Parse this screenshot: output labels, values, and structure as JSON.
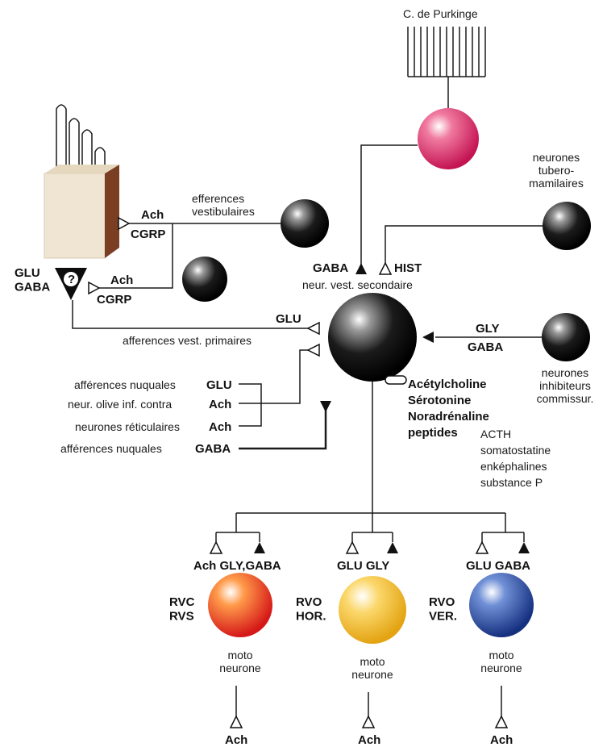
{
  "colors": {
    "purkinje": "#e8356d",
    "red": "#e8251f",
    "yellow": "#f2b51c",
    "blue": "#1f3f9a",
    "neutral": "#1a1a1a",
    "organ": "#f0e5d2",
    "organ_side": "#7a3e22"
  },
  "top": {
    "purkinje": "C. de Purkinge"
  },
  "left": {
    "efferences": "efferences\nvestibulaires",
    "ach1": "Ach",
    "cgrp1": "CGRP",
    "ach2": "Ach",
    "cgrp2": "CGRP",
    "glu_gaba": "GLU\nGABA",
    "question": "?",
    "afferences_prim": "afferences vest. primaires",
    "glu_prim": "GLU"
  },
  "center": {
    "gaba": "GABA",
    "hist": "HIST",
    "neur_vest": "neur. vest. secondaire",
    "neurotransmitters": [
      "Acétylcholine",
      "Sérotonine",
      "Noradrénaline",
      "peptides"
    ],
    "peptides": [
      "ACTH",
      "somatostatine",
      "enképhalines",
      "substance P"
    ]
  },
  "right": {
    "tubero": "neurones\ntubero-\nmamilaires",
    "gly": "GLY",
    "gaba": "GABA",
    "inhib": "neurones\ninhibiteurs\ncommissur."
  },
  "inputs": [
    {
      "label": "afférences nuquales",
      "nt": "GLU"
    },
    {
      "label": "neur. olive inf. contra",
      "nt": "Ach"
    },
    {
      "label": "neurones réticulaires",
      "nt": "Ach"
    },
    {
      "label": "afférences nuquales",
      "nt": "GABA"
    }
  ],
  "motor": [
    {
      "inputs": "Ach   GLY,GABA",
      "name": "RVC\nRVS",
      "caption": "moto\nneurone",
      "output": "Ach"
    },
    {
      "inputs": "GLU     GLY",
      "name": "RVO\nHOR.",
      "caption": "moto\nneurone",
      "output": "Ach"
    },
    {
      "inputs": "GLU     GABA",
      "name": "RVO\nVER.",
      "caption": "moto\nneurone",
      "output": "Ach"
    }
  ]
}
